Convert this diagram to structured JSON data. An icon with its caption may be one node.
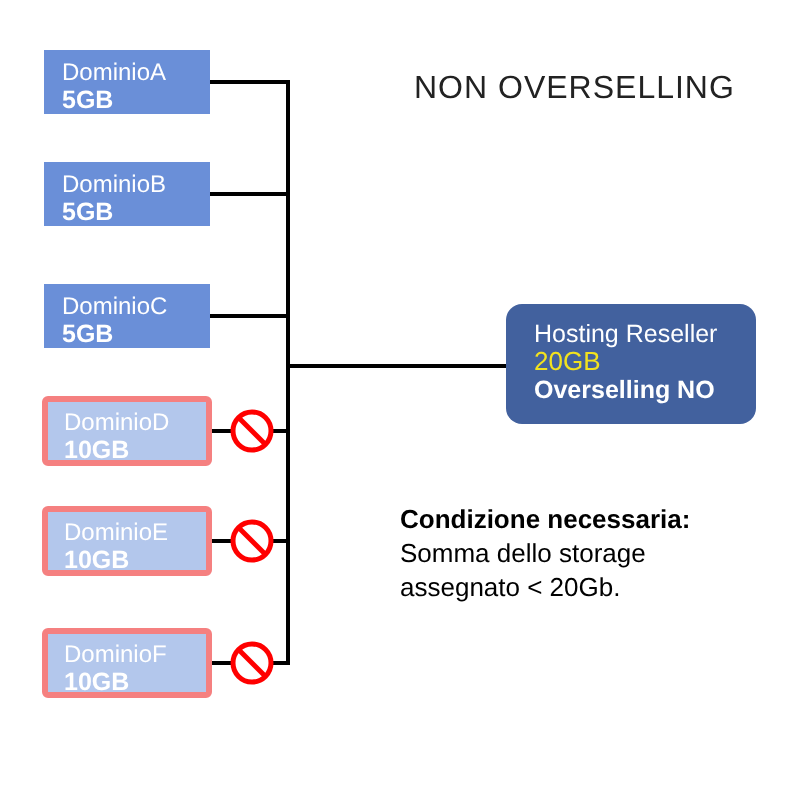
{
  "diagram": {
    "title": "NON OVERSELLING",
    "nodes": [
      {
        "text": [
          "DominioA",
          "5GB"
        ]
      },
      {
        "text": [
          "DominioB",
          "5GB"
        ]
      },
      {
        "text": [
          "DominioC",
          "5GB"
        ]
      },
      {
        "text": [
          "DominioD",
          "10GB"
        ]
      },
      {
        "text": [
          "DominioE",
          "10GB"
        ]
      },
      {
        "text": [
          "DominioF",
          "10GB"
        ]
      },
      {
        "text": [
          "Hosting Reseller",
          "20GB",
          "Overselling NO"
        ]
      }
    ],
    "edges": [
      {
        "from": 0,
        "to": 6,
        "arrow": "none"
      },
      {
        "from": 1,
        "to": 6,
        "arrow": "none"
      },
      {
        "from": 2,
        "to": 6,
        "arrow": "none"
      },
      {
        "from": 3,
        "to": 6,
        "arrow": "none"
      },
      {
        "from": 4,
        "to": 6,
        "arrow": "none"
      },
      {
        "from": 5,
        "to": 6,
        "arrow": "none"
      }
    ],
    "labels": [
      "Condizione necessaria:",
      "Somma dello storage assegnato < 20Gb."
    ]
  }
}
